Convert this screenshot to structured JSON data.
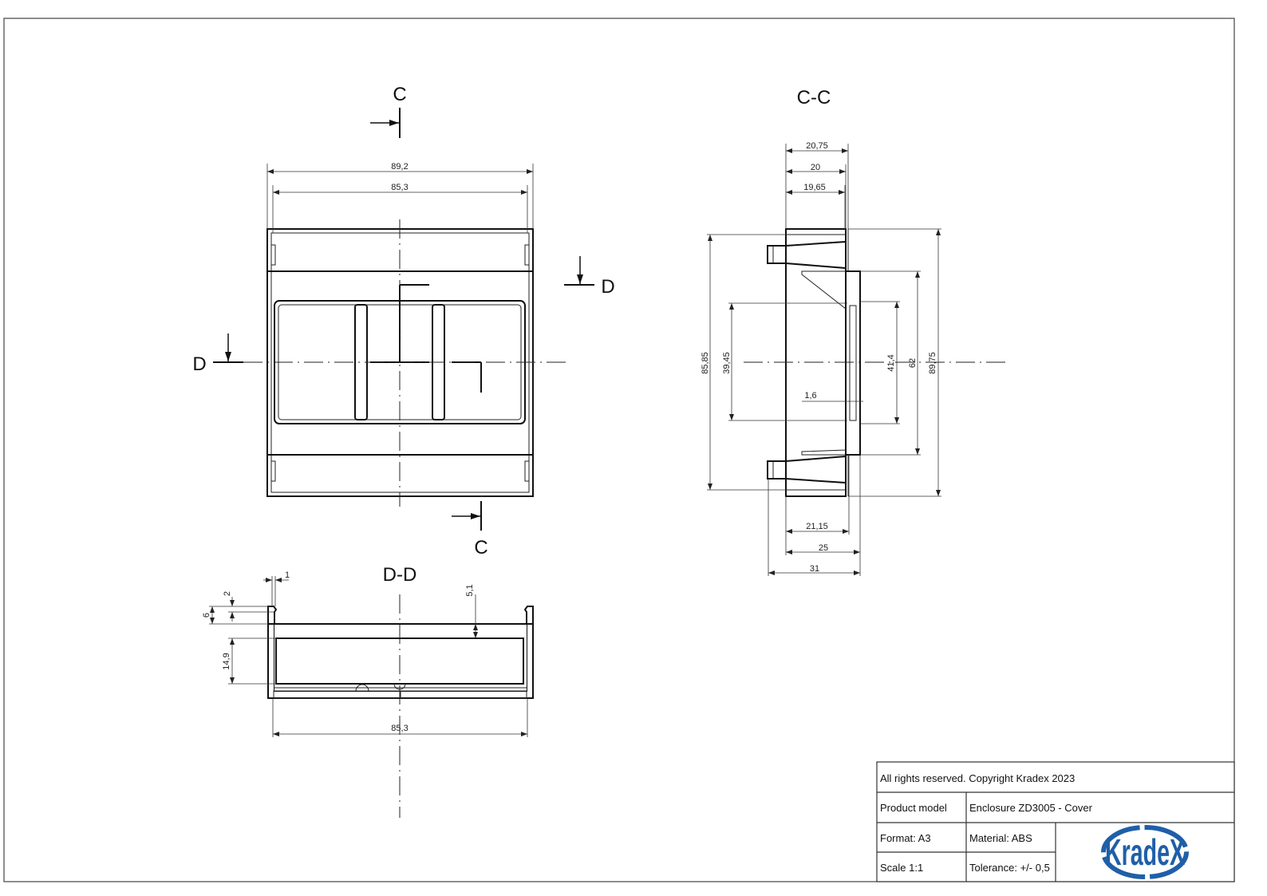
{
  "section_labels": {
    "c_top": "C",
    "c_bottom": "C",
    "d_left": "D",
    "d_right": "D",
    "view_cc": "C-C",
    "view_dd": "D-D"
  },
  "front_view": {
    "dims": {
      "outer_width": "89,2",
      "inner_width": "85,3"
    }
  },
  "section_cc": {
    "dims": {
      "top_1": "20,75",
      "top_2": "20",
      "top_3": "19,65",
      "height_85": "85,85",
      "height_39": "39,45",
      "height_41": "41,4",
      "height_62": "62",
      "height_89": "89,75",
      "wall": "1,6",
      "bottom_1": "21,15",
      "bottom_2": "25",
      "bottom_3": "31"
    }
  },
  "section_dd": {
    "dims": {
      "lip": "1",
      "step": "2",
      "rim": "6",
      "depth": "5,1",
      "pocket": "14,9",
      "width": "85,3"
    }
  },
  "title_block": {
    "copyright": "All rights reserved. Copyright Kradex 2023",
    "product_model_label": "Product model",
    "product_model_value": "Enclosure ZD3005 - Cover",
    "format": "Format: A3",
    "material": "Material: ABS",
    "scale": "Scale 1:1",
    "tolerance": "Tolerance: +/- 0,5",
    "logo_text": "KradeX",
    "logo_color": "#1f5fa8"
  }
}
